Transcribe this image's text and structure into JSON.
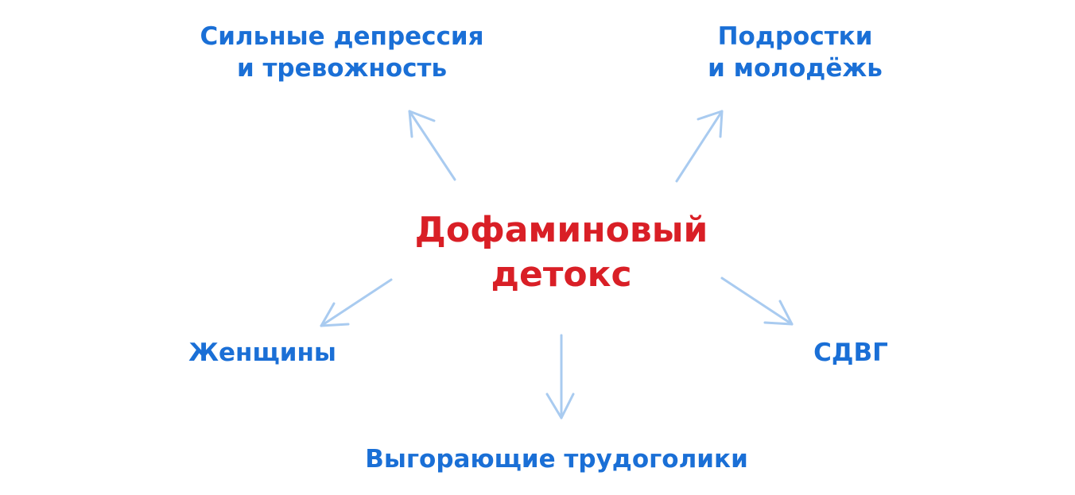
{
  "colors": {
    "center_text": "#d91f26",
    "leaf_text": "#1a6fd6",
    "arrow": "#a9cbf0",
    "background": "#ffffff"
  },
  "center": {
    "lines": [
      "Дофаминовый",
      "детокс"
    ]
  },
  "nodes": {
    "depression": {
      "lines": [
        "Сильные депрессия",
        "и тревожность"
      ]
    },
    "teens": {
      "lines": [
        "Подростки",
        "и молодёжь"
      ]
    },
    "women": {
      "lines": [
        "Женщины"
      ]
    },
    "adhd": {
      "lines": [
        "СДВГ"
      ]
    },
    "burnout": {
      "lines": [
        "Выгорающие трудоголики"
      ]
    }
  }
}
